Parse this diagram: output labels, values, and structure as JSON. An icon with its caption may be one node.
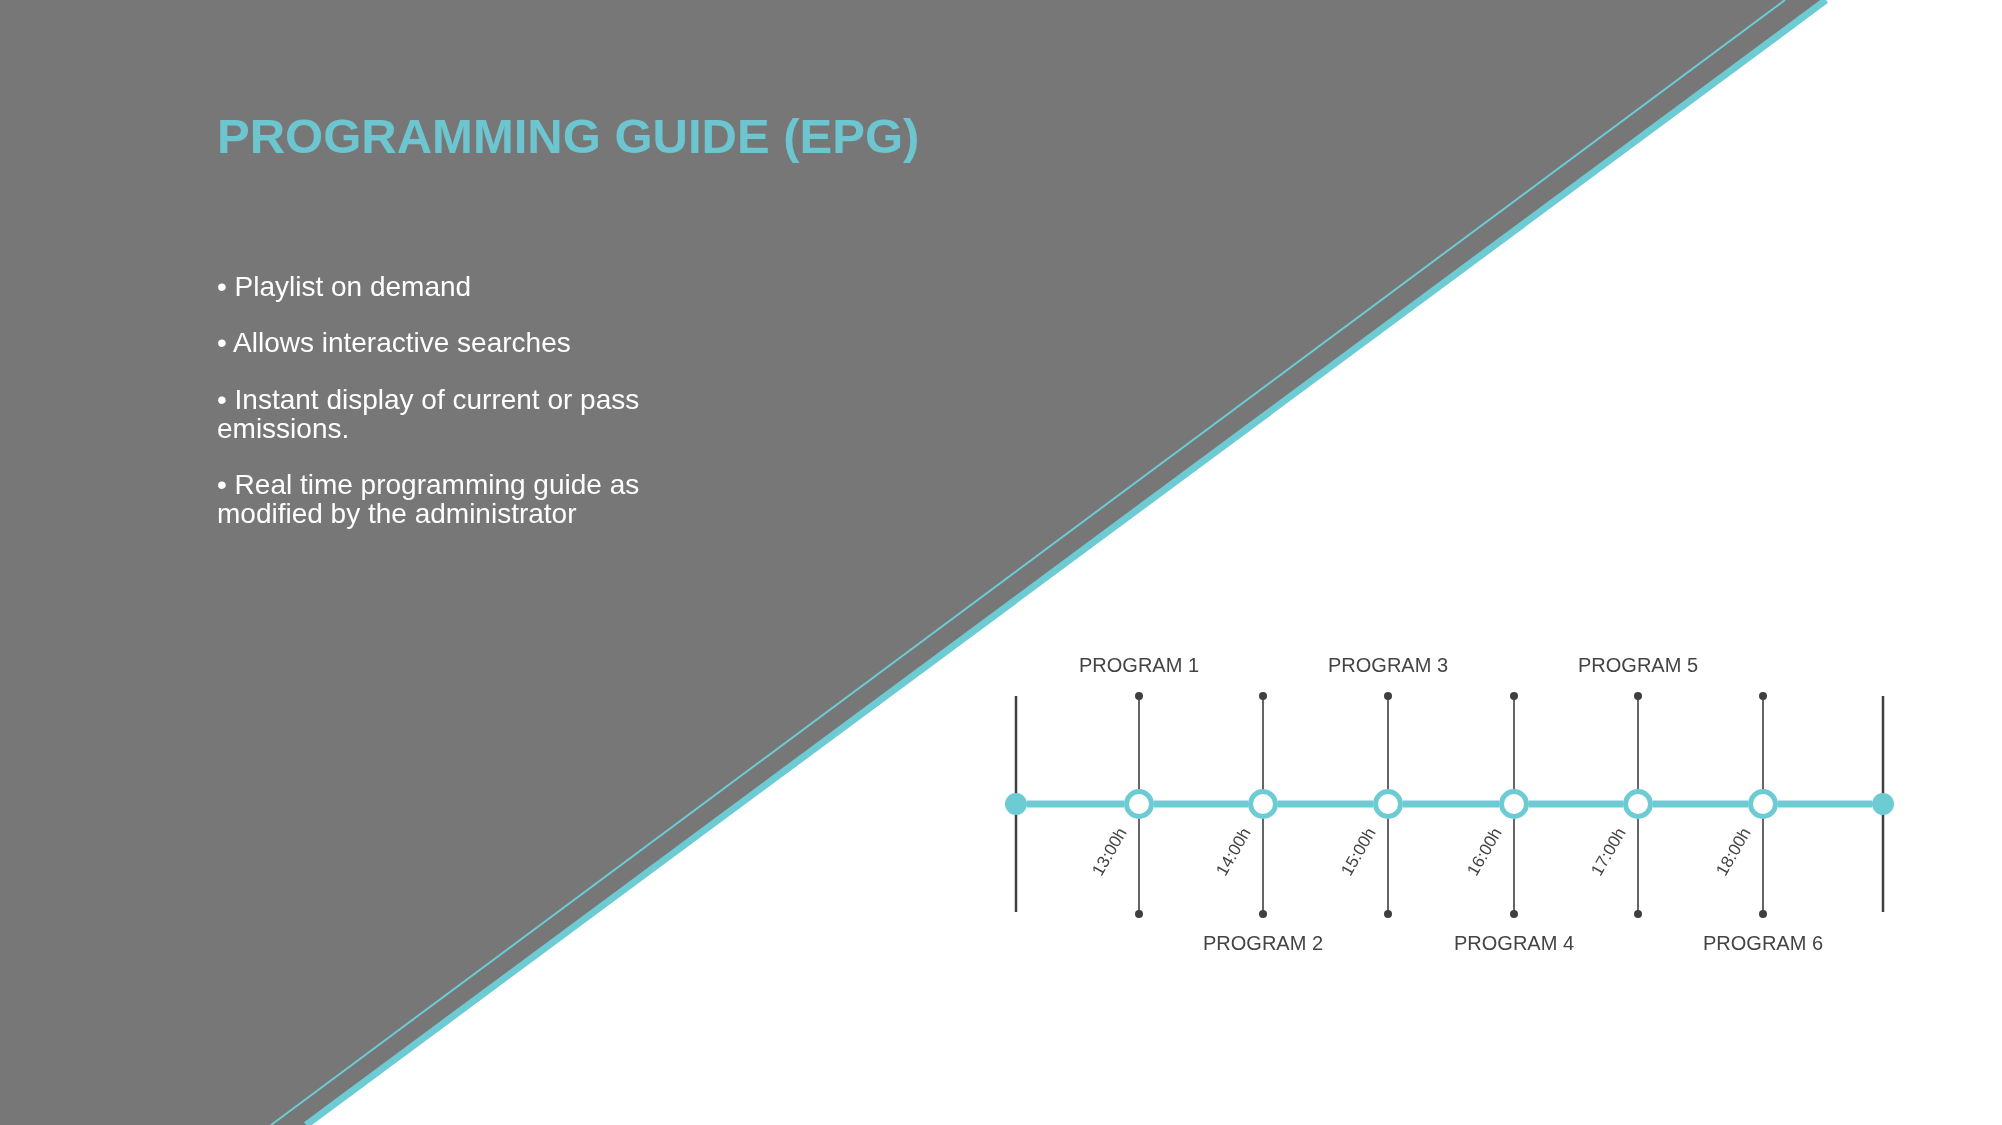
{
  "diagram": {
    "title": "PROGRAMMING GUIDE (EPG)",
    "nodes": [
      {
        "text": [],
        "shape": "circle"
      },
      {
        "text": [],
        "shape": "circle",
        "beside": [
          "13:00h"
        ]
      },
      {
        "text": [],
        "shape": "circle",
        "beside": [
          "14:00h"
        ]
      },
      {
        "text": [],
        "shape": "circle",
        "beside": [
          "15:00h"
        ]
      },
      {
        "text": [],
        "shape": "circle",
        "beside": [
          "16:00h"
        ]
      },
      {
        "text": [],
        "shape": "circle",
        "beside": [
          "17:00h"
        ]
      },
      {
        "text": [],
        "shape": "circle",
        "beside": [
          "18:00h"
        ]
      },
      {
        "text": [],
        "shape": "circle"
      }
    ],
    "edges": [
      {
        "from": 0,
        "to": 1,
        "arrow": "none"
      },
      {
        "from": 1,
        "to": 2,
        "arrow": "none"
      },
      {
        "from": 2,
        "to": 3,
        "arrow": "none"
      },
      {
        "from": 3,
        "to": 4,
        "arrow": "none"
      },
      {
        "from": 4,
        "to": 5,
        "arrow": "none"
      },
      {
        "from": 5,
        "to": 6,
        "arrow": "none"
      },
      {
        "from": 6,
        "to": 7,
        "arrow": "none"
      }
    ],
    "labels": [
      "• Playlist on demand",
      "• Allows interactive searches",
      "• Instant display of current or pass emissions.",
      "• Real time programming guide as modified by the administrator",
      "PROGRAM 1",
      "PROGRAM 3",
      "PROGRAM 5",
      "PROGRAM 2",
      "PROGRAM 4",
      "PROGRAM 6"
    ]
  }
}
